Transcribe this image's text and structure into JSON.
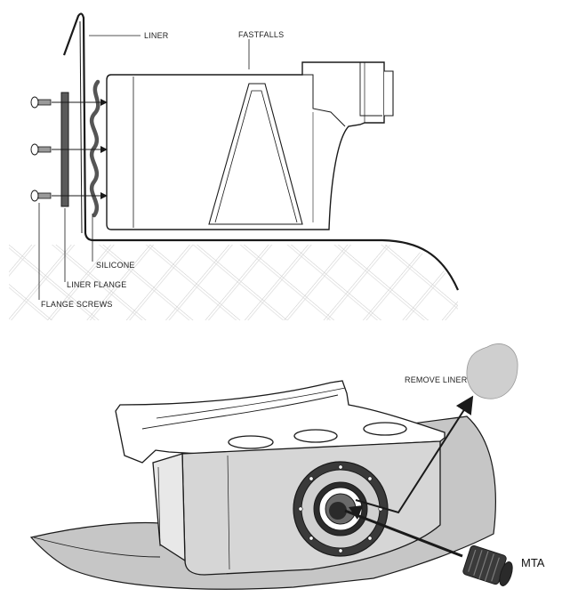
{
  "top_diagram": {
    "labels": {
      "liner": "LINER",
      "fastfalls": "FASTFALLS",
      "silicone": "SILICONE",
      "liner_flange": "LINER FLANGE",
      "flange_screws": "FLANGE SCREWS"
    }
  },
  "bottom_diagram": {
    "labels": {
      "remove_liner": "REMOVE LINER",
      "mta": "MTA"
    }
  },
  "colors": {
    "line": "#1a1a1a",
    "body_fill": "#d6d6d6",
    "liner_fill": "#c4c4c4",
    "ring_dark": "#3a3a3a",
    "removed_liner": "#cfcfcf"
  }
}
